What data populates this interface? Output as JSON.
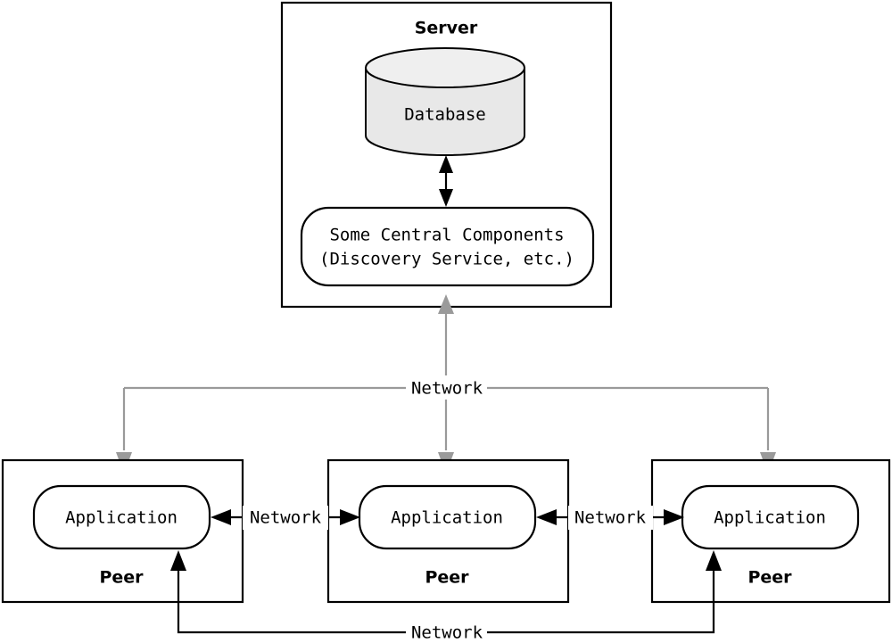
{
  "diagram": {
    "title_hidden": "",
    "server": {
      "label": "Server",
      "database": {
        "label": "Database",
        "fill": "#e8e8e8"
      },
      "central_components": {
        "line1": "Some Central Components",
        "line2": "(Discovery Service, etc.)"
      },
      "db_to_components_link": "bidirectional"
    },
    "network_labels": {
      "server_bus": "Network",
      "peer1_peer2": "Network",
      "peer2_peer3": "Network",
      "peer1_peer3": "Network"
    },
    "peers": [
      {
        "label": "Peer",
        "application": "Application"
      },
      {
        "label": "Peer",
        "application": "Application"
      },
      {
        "label": "Peer",
        "application": "Application"
      }
    ],
    "colors": {
      "stroke_black": "#000000",
      "stroke_gray": "#9a9a9a",
      "background": "#ffffff",
      "database_fill": "#e8e8e8"
    }
  }
}
